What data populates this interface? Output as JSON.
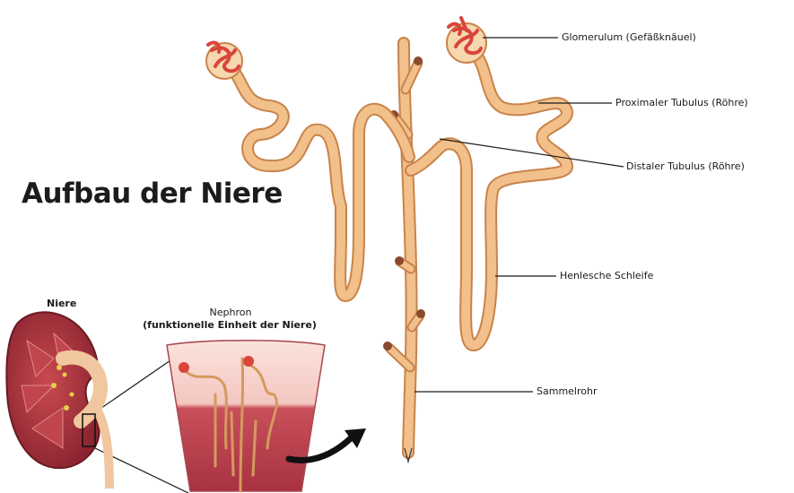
{
  "title": "Aufbau der Niere",
  "inset": {
    "organ_label": "Niere",
    "nephron_label": "Nephron",
    "nephron_subtitle": "(funktionelle Einheit der Niere)"
  },
  "labels": {
    "glomerulum": "Glomerulum (Gefäßknäuel)",
    "proximal": "Proximaler Tubulus (Röhre)",
    "distal": "Distaler Tubulus (Röhre)",
    "henle": "Henlesche Schleife",
    "sammelrohr": "Sammelrohr"
  },
  "colors": {
    "tubule": "#f2c08a",
    "tubule_outline": "#c9834a",
    "glomerulus": "#d9453a",
    "kidney": "#a8333b",
    "leader_line": "#1a1a1a"
  }
}
